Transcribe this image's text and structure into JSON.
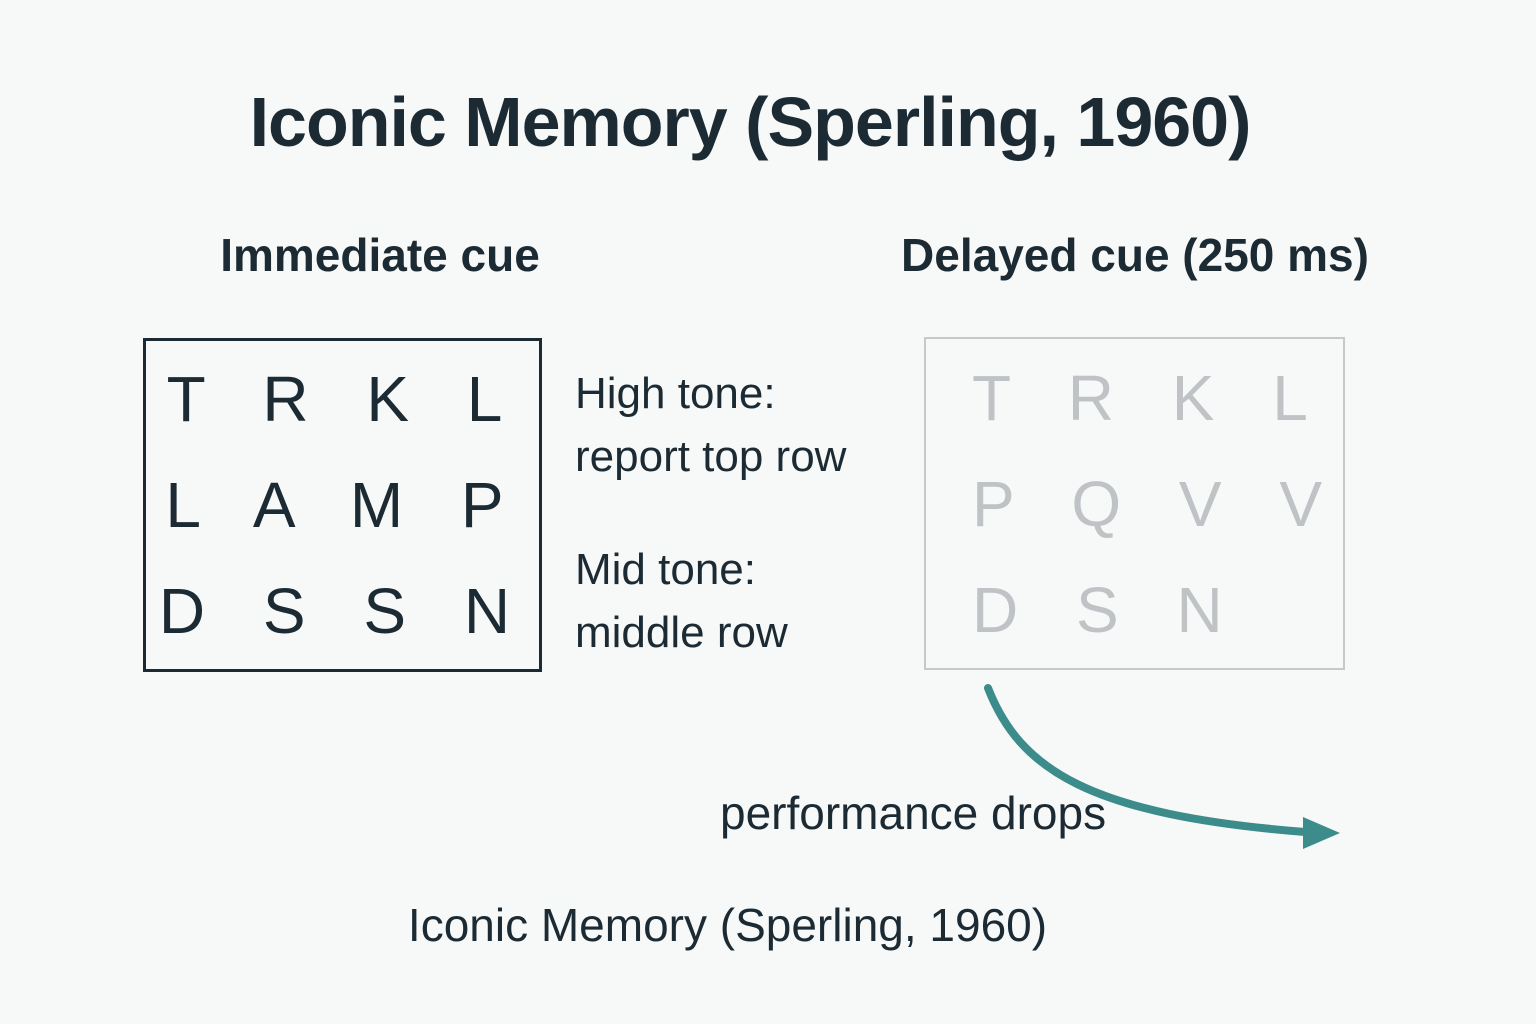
{
  "title": "Iconic Memory (Sperling, 1960)",
  "panels": {
    "immediate": {
      "label": "Immediate cue",
      "rows": [
        "T R K L",
        "L A M P",
        "D S S N"
      ]
    },
    "delayed": {
      "label": "Delayed cue (250 ms)",
      "rows": [
        "T R K L",
        "P Q V V",
        "D S N"
      ]
    }
  },
  "cues": {
    "high_tone_line1": "High tone:",
    "high_tone_line2": "report top row",
    "mid_tone_line1": "Mid tone:",
    "mid_tone_line2": "middle row"
  },
  "arrow_label": "performance drops",
  "caption": "Iconic Memory (Sperling, 1960)",
  "colors": {
    "ink": "#1c2b33",
    "faded_text": "#c0c3c6",
    "faded_border": "#c6c9cb",
    "accent_teal": "#3d8c8c",
    "background": "#f7f8f8"
  }
}
